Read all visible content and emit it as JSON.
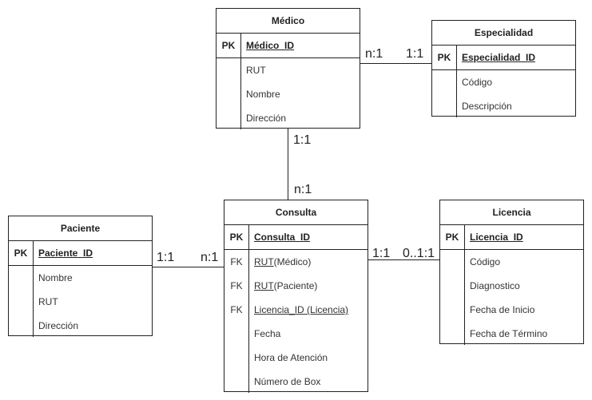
{
  "entities": {
    "medico": {
      "title": "Médico",
      "pk_label": "PK",
      "pk_attr": "Médico_ID",
      "attrs": [
        "RUT",
        "Nombre",
        "Dirección"
      ]
    },
    "especialidad": {
      "title": "Especialidad",
      "pk_label": "PK",
      "pk_attr": "Especialidad_ID",
      "attrs": [
        "Código",
        "Descripción"
      ]
    },
    "paciente": {
      "title": "Paciente",
      "pk_label": "PK",
      "pk_attr": "Paciente_ID",
      "attrs": [
        "Nombre",
        "RUT",
        "Dirección"
      ]
    },
    "consulta": {
      "title": "Consulta",
      "pk_label": "PK",
      "pk_attr": "Consulta_ID",
      "fk_label": "FK",
      "fks": [
        {
          "key": "RUT",
          "ref": "(Médico)"
        },
        {
          "key": "RUT",
          "ref": "(Paciente)"
        },
        {
          "key": "Licencia_ID",
          "ref": " (Licencia)"
        }
      ],
      "attrs": [
        "Fecha",
        "Hora de Atención",
        "Número de Box"
      ]
    },
    "licencia": {
      "title": "Licencia",
      "pk_label": "PK",
      "pk_attr": "Licencia_ID",
      "attrs": [
        "Código",
        "Diagnostico",
        "Fecha de Inicio",
        "Fecha de Término"
      ]
    }
  },
  "cardinalities": {
    "medico_especialidad_left": "n:1",
    "medico_especialidad_right": "1:1",
    "medico_consulta_top": "1:1",
    "medico_consulta_bottom": "n:1",
    "paciente_consulta_left": "1:1",
    "paciente_consulta_right": "n:1",
    "consulta_licencia_left": "1:1",
    "consulta_licencia_right": "0..1:1"
  }
}
